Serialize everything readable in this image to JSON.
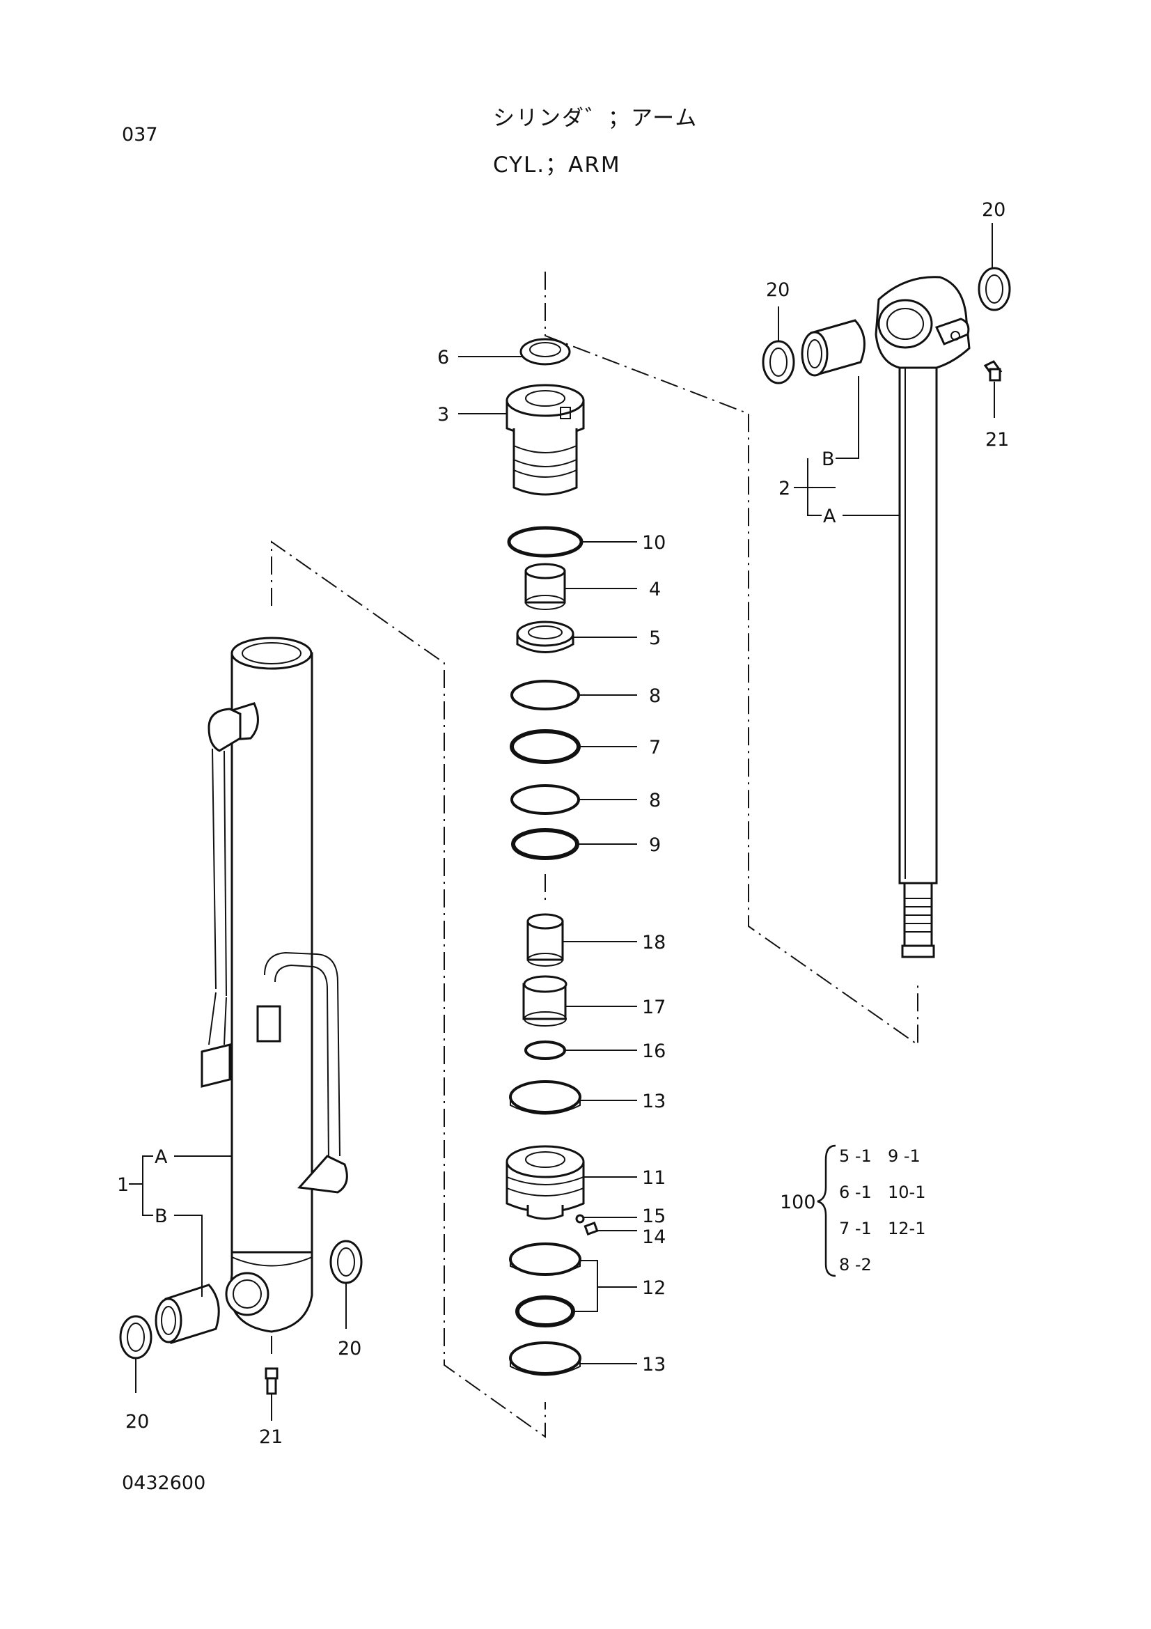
{
  "page_number": "037",
  "title_jp": "シリンダ゛；アーム",
  "title_en": "CYL.；ARM",
  "drawing_number": "0432600",
  "callouts": {
    "p1": "1",
    "p1a": "A",
    "p1b": "B",
    "p2": "2",
    "p2a": "A",
    "p2b": "B",
    "p3": "3",
    "p4": "4",
    "p5": "5",
    "p6": "6",
    "p7": "7",
    "p8a": "8",
    "p8b": "8",
    "p9": "9",
    "p10": "10",
    "p11": "11",
    "p12": "12",
    "p13a": "13",
    "p13b": "13",
    "p14": "14",
    "p15": "15",
    "p16": "16",
    "p17": "17",
    "p18": "18",
    "p20a": "20",
    "p20b": "20",
    "p20c": "20",
    "p20d": "20",
    "p21a": "21",
    "p21b": "21"
  },
  "kit": {
    "number": "100",
    "items": [
      [
        "5 -1",
        "9 -1"
      ],
      [
        "6 -1",
        "10-1"
      ],
      [
        "7 -1",
        "12-1"
      ],
      [
        "8 -2",
        ""
      ]
    ]
  }
}
